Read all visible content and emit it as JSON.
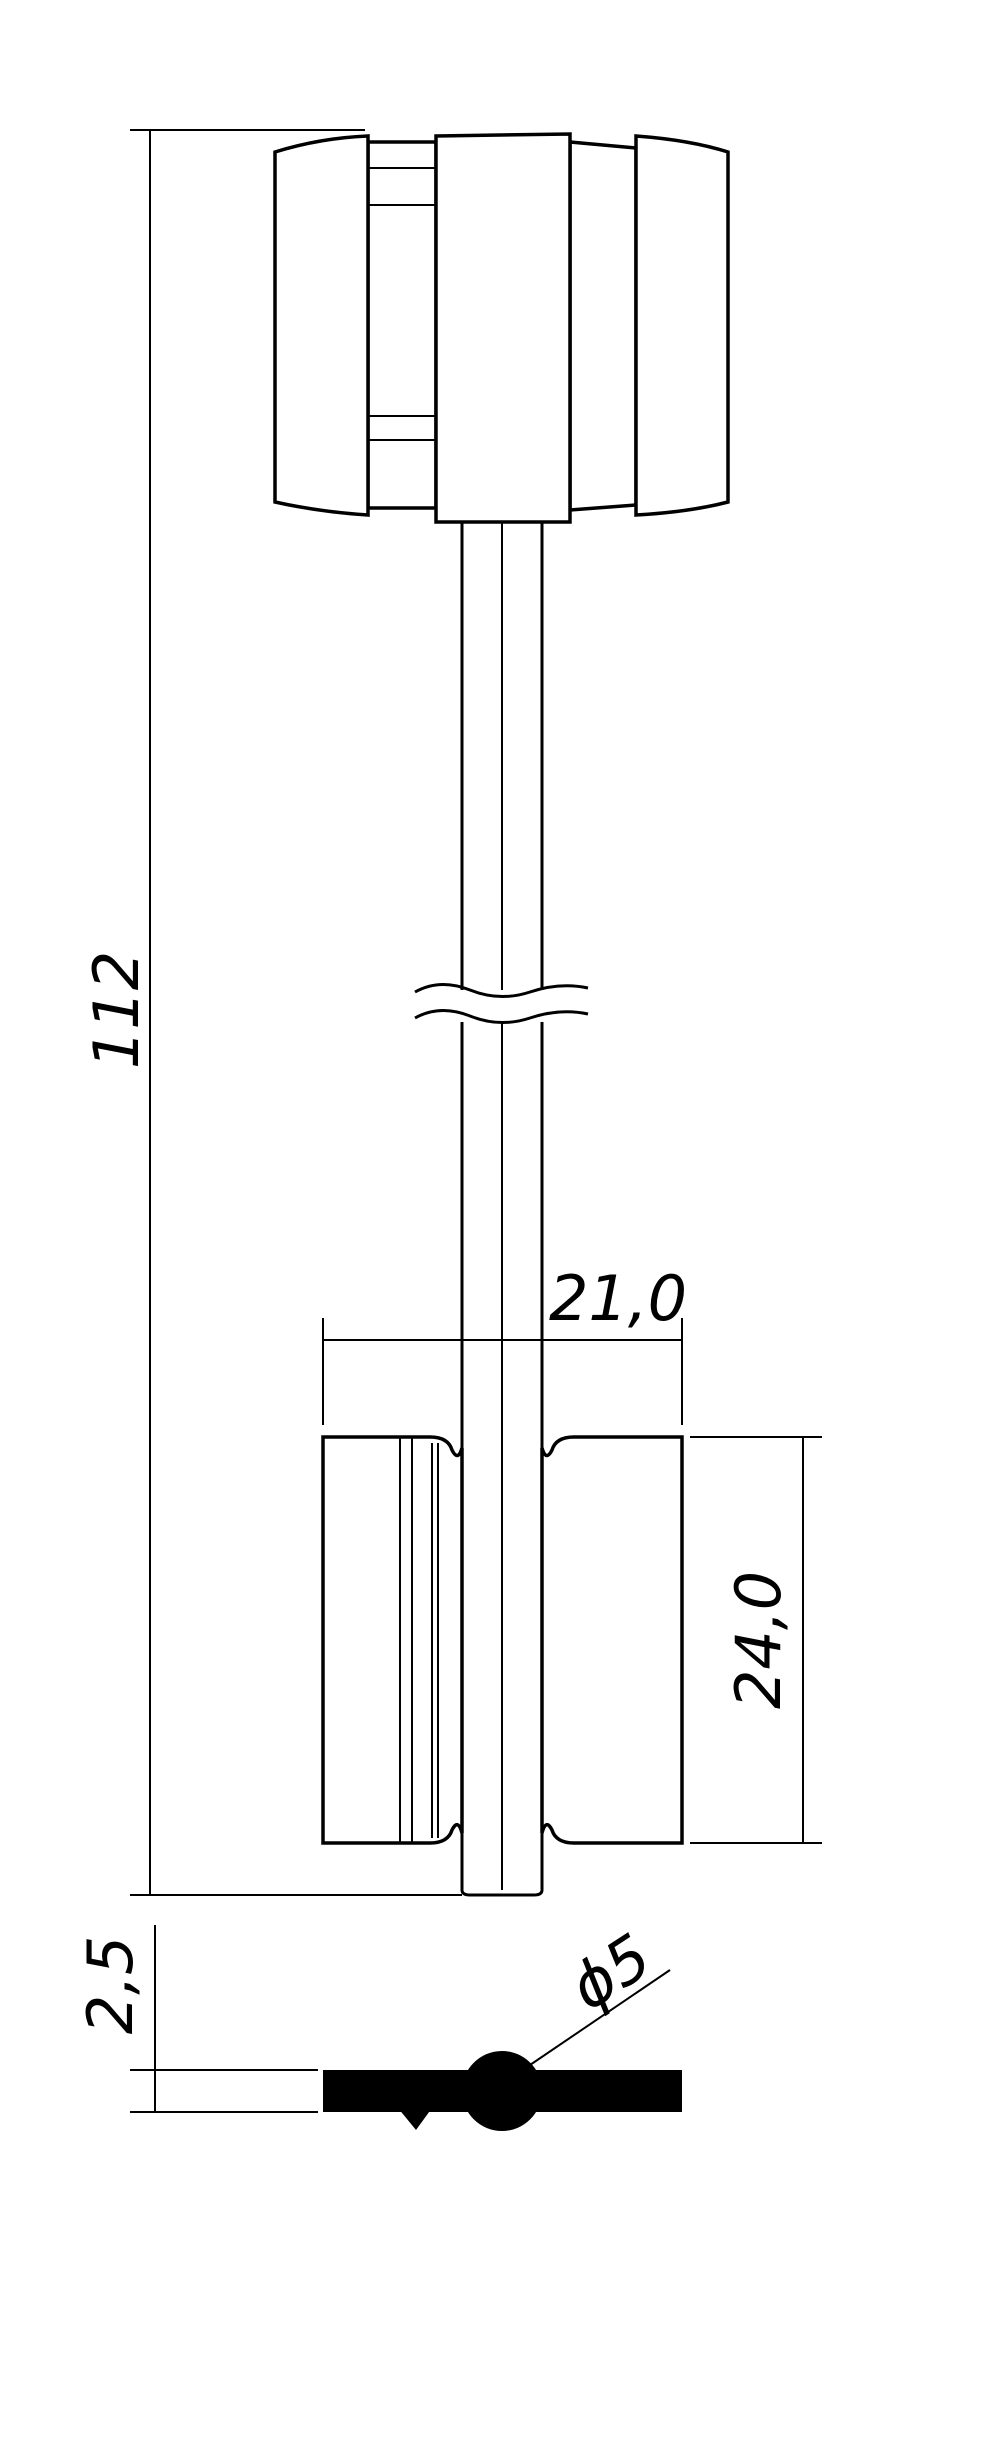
{
  "drawing": {
    "overall_length_label": "112",
    "bit_width_label": "21,0",
    "bit_height_label": "24,0",
    "blade_thickness_label": "2,5",
    "shank_diameter_label": "ϕ5"
  },
  "colors": {
    "line": "#000000",
    "background": "#ffffff"
  }
}
